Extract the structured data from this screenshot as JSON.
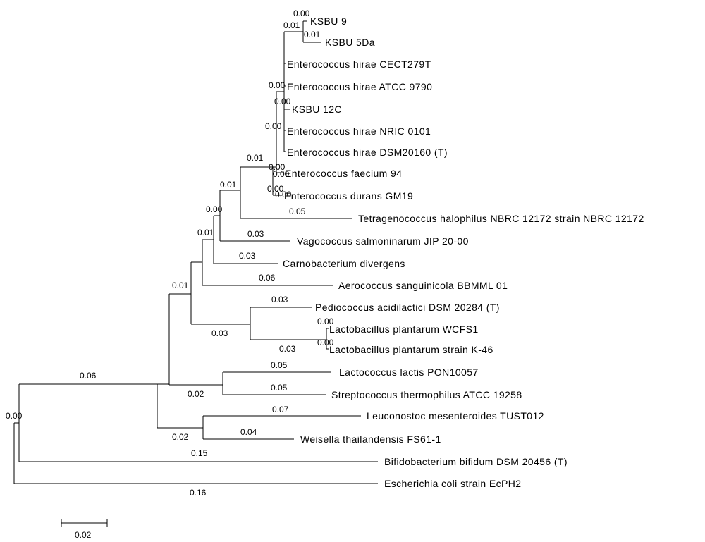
{
  "tree": {
    "taxa": [
      "KSBU 9",
      "KSBU 5Da",
      "Enterococcus hirae CECT279T",
      "Enterococcus hirae ATCC 9790",
      "KSBU 12C",
      "Enterococcus hirae NRIC 0101",
      "Enterococcus hirae DSM20160 (T)",
      "Enterococcus faecium 94",
      "Enterococcus durans GM19",
      "Tetragenococcus halophilus NBRC 12172 strain NBRC 12172",
      "Vagococcus salmoninarum JIP 20-00",
      "Carnobacterium divergens",
      "Aerococcus sanguinicola BBMML 01",
      "Pediococcus acidilactici DSM 20284 (T)",
      "Lactobacillus plantarum WCFS1",
      "Lactobacillus plantarum strain K-46",
      "Lactococcus lactis PON10057",
      "Streptococcus thermophilus ATCC 19258",
      "Leuconostoc mesenteroides TUST012",
      "Weisella thailandensis FS61-1",
      "Bifidobacterium bifidum DSM 20456 (T)",
      "Escherichia coli strain EcPH2"
    ],
    "branch_lengths": [
      "0.00",
      "0.01",
      "0.01",
      "0.00",
      "0.00",
      "0.00",
      "0.00",
      "0.01",
      "0.00",
      "0.00",
      "0.00",
      "0.05",
      "0.01",
      "0.03",
      "0.01",
      "0.03",
      "0.00",
      "0.06",
      "0.01",
      "0.03",
      "0.00",
      "0.03",
      "0.00",
      "0.03",
      "0.06",
      "0.05",
      "0.02",
      "0.05",
      "0.07",
      "0.02",
      "0.04",
      "0.00",
      "0.15",
      "0.16"
    ],
    "scale_bar": "0.02"
  }
}
